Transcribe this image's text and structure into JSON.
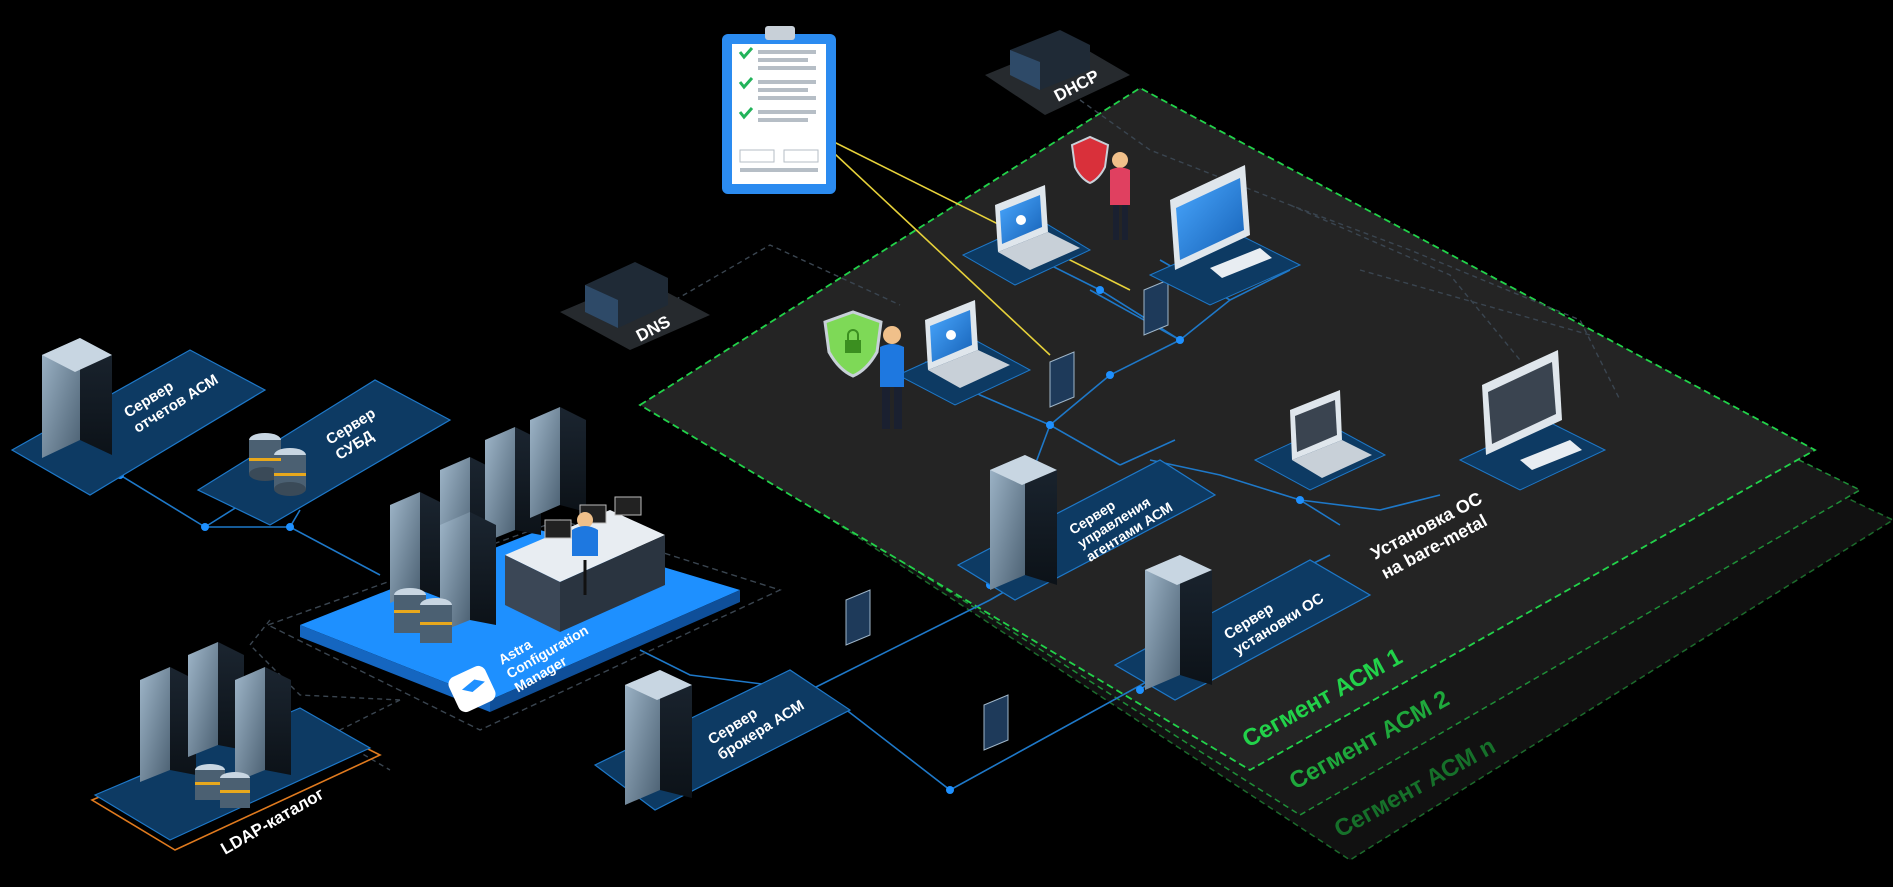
{
  "labels": {
    "report_server": [
      "Сервер",
      "отчетов АСМ"
    ],
    "dbms_server": [
      "Сервер",
      "СУБД"
    ],
    "acm_product": [
      "Astra",
      "Configuration",
      "Manager"
    ],
    "ldap": "LDAP-каталог",
    "broker_server": [
      "Сервер",
      "брокера АСМ"
    ],
    "agent_server": [
      "Сервер",
      "управления",
      "агентами АСМ"
    ],
    "os_install_server": [
      "Сервер",
      "установки ОС"
    ],
    "bare_metal": [
      "Установка ОС",
      "на bare-metal"
    ],
    "dns": "DNS",
    "dhcp": "DHCP"
  },
  "segments": [
    "Сегмент АСМ 1",
    "Сегмент АСМ 2",
    "Сегмент АСМ n"
  ],
  "colors": {
    "accent_blue": "#1e90ff",
    "panel_blue": "#0d3a63",
    "segment_green": "#22d24a",
    "segment_fill": "#2a2a2a"
  }
}
